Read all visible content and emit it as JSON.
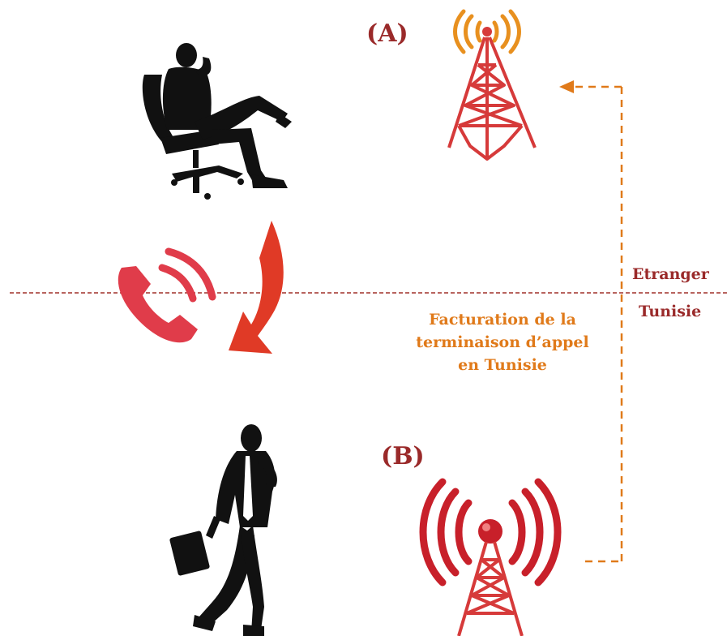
{
  "labels": {
    "tower_a": "(A)",
    "tower_b": "(B)"
  },
  "regions": {
    "abroad": "Etranger",
    "domestic": "Tunisie"
  },
  "billing_note": {
    "line1": "Facturation de la",
    "line2": "terminaison d’appel",
    "line3": "en Tunisie"
  },
  "colors": {
    "border_line": "#a0302a",
    "billing_arrow": "#e07a1a",
    "tower_red": "#d63a3a",
    "tower_a_waves": "#e8901f",
    "tower_b_waves": "#c8202a",
    "phone_icon": "#e03c4a",
    "call_arrow": "#e03a26",
    "silhouette": "#111111"
  },
  "icons": {
    "caller": "seated-man-on-phone-icon",
    "receiver": "walking-man-on-phone-icon",
    "phone": "phone-ringing-icon",
    "tower_a": "antenna-tower-icon",
    "tower_b": "antenna-tower-icon"
  }
}
